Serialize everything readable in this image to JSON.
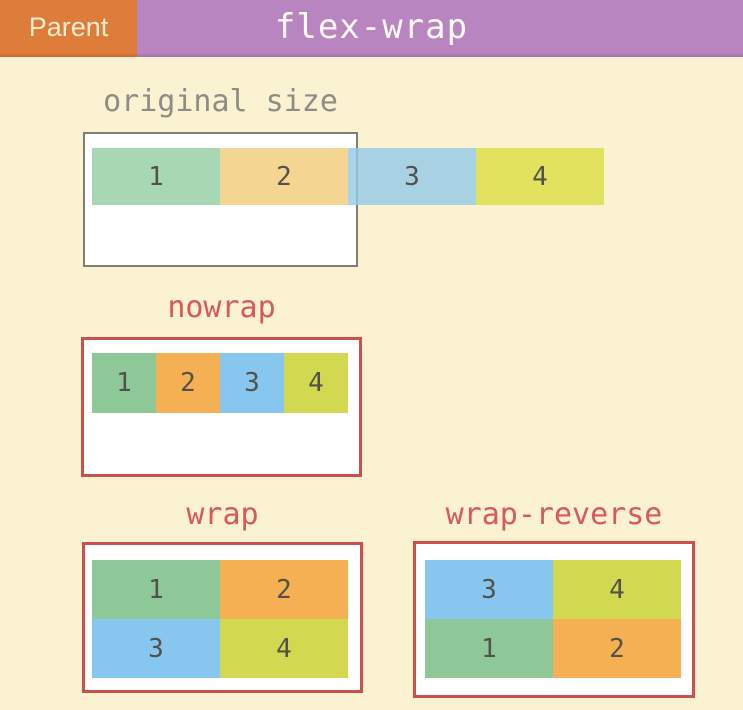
{
  "header": {
    "parent_label": "Parent",
    "title": "flex-wrap"
  },
  "colors": {
    "background": "#faf2d1",
    "header_purple": "#b885c0",
    "header_purple_edge": "#a87bb2",
    "parent_tab_orange": "#de7c3a",
    "parent_tab_orange_edge": "#cf7134",
    "parent_text": "#f6eecd",
    "title_text": "#fdfaf2",
    "gray_label_text": "#8d8d85",
    "gray_box_border": "#7f7f78",
    "red_label_text": "#d75959",
    "red_box_border": "#cb4f4b",
    "box_background": "#ffffff",
    "item_number_text": "#52524a",
    "item_green": "#8ec898",
    "item_orange": "#f4b052",
    "item_blue": "#86c6ef",
    "item_yellow": "#d2d850"
  },
  "sections": {
    "original": {
      "label": "original size",
      "items": [
        {
          "n": "1",
          "color": "rgba(146,206,160,0.8)"
        },
        {
          "n": "2",
          "color": "rgba(241,204,119,0.8)"
        },
        {
          "n": "3",
          "color": "rgba(148,201,231,0.8)"
        },
        {
          "n": "4",
          "color": "rgba(220,221,66,0.8)"
        }
      ]
    },
    "nowrap": {
      "label": "nowrap",
      "items": [
        {
          "n": "1",
          "color": "#8ec898"
        },
        {
          "n": "2",
          "color": "#f4b052"
        },
        {
          "n": "3",
          "color": "#86c6ef"
        },
        {
          "n": "4",
          "color": "#d2d850"
        }
      ]
    },
    "wrap": {
      "label": "wrap",
      "items": [
        {
          "n": "1",
          "color": "#8ec898"
        },
        {
          "n": "2",
          "color": "#f4b052"
        },
        {
          "n": "3",
          "color": "#86c6ef"
        },
        {
          "n": "4",
          "color": "#d2d850"
        }
      ]
    },
    "wrap_reverse": {
      "label": "wrap-reverse",
      "items": [
        {
          "n": "3",
          "color": "#86c6ef"
        },
        {
          "n": "4",
          "color": "#d2d850"
        },
        {
          "n": "1",
          "color": "#8ec898"
        },
        {
          "n": "2",
          "color": "#f4b052"
        }
      ]
    }
  }
}
